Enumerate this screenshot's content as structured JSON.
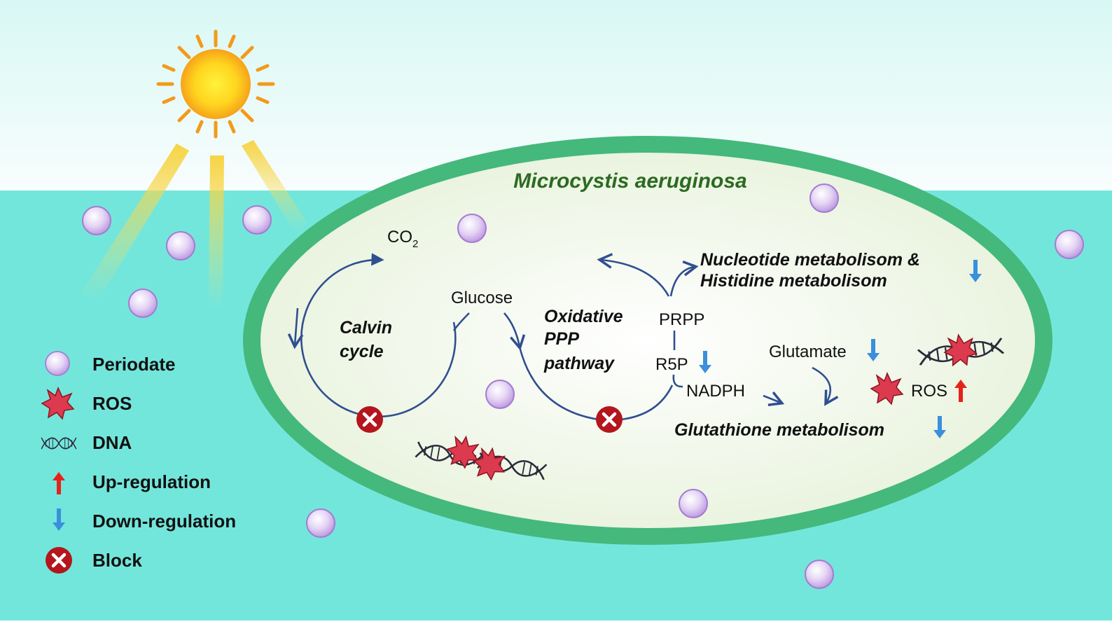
{
  "title": "Microcystis aeruginosa",
  "pathways": {
    "calvin": [
      "Calvin",
      "cycle"
    ],
    "oxppp": [
      "Oxidative",
      "PPP",
      "pathway"
    ]
  },
  "metabolites": {
    "co2": "CO",
    "co2_sub": "2",
    "glucose": "Glucose",
    "prpp": "PRPP",
    "r5p": "R5P",
    "nadph": "NADPH",
    "glutamate": "Glutamate",
    "ros": "ROS"
  },
  "processes": {
    "nucleotide": [
      "Nucleotide metabolisom &",
      "Histidine metabolisom"
    ],
    "glutathione": "Glutathione metabolisom"
  },
  "legend": [
    {
      "icon": "periodate",
      "label": "Periodate"
    },
    {
      "icon": "ros",
      "label": "ROS"
    },
    {
      "icon": "dna",
      "label": "DNA"
    },
    {
      "icon": "up-arrow",
      "label": "Up-regulation"
    },
    {
      "icon": "down-arrow",
      "label": "Down-regulation"
    },
    {
      "icon": "block",
      "label": "Block"
    }
  ],
  "colors": {
    "water": "#73e6dc",
    "cell_membrane": "#45b87c",
    "cell_inner": "#eef5e2",
    "pathway": "#2f4f90",
    "periodate": "#d9c4ef",
    "ros": "#dc3a4e",
    "block": "#b5151c",
    "up": "#e5231a",
    "down": "#3b8fdc"
  }
}
